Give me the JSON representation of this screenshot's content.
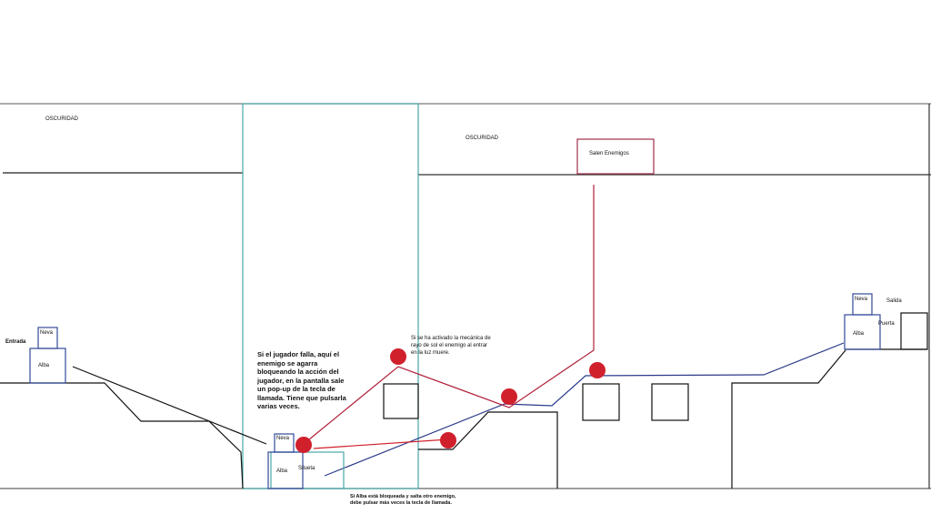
{
  "zones": {
    "dark_left": "OSCURIDAD",
    "dark_right": "OSCURIDAD",
    "enemy_spawn": "Salen Enemigos"
  },
  "characters": {
    "entrance": {
      "label": "Entrada",
      "alba": "Alba",
      "neva": "Neva"
    },
    "trap": {
      "alba": "Alba",
      "neva": "Neva",
      "silhouette": "Silueta"
    },
    "exit": {
      "label": "Salida",
      "door": "Puerta",
      "alba": "Alba",
      "neva": "Neva"
    }
  },
  "notes": {
    "player_fail": "Si el jugador falla, aquí el enemigo se agarra bloqueando la acción del jugador, en la pantalla sale un pop-up de la tecla de llamada. Tiene que pulsarla varias veces.",
    "sunlight": "Si se ha activado la mecánica de rayo de sol el enemigo al entrar en la luz muere.",
    "blocked": "Si Alba está bloqueada y salta otro enemigo, debe pulsar más veces la tecla de llamada."
  },
  "colors": {
    "enemy": "#d0202c",
    "enemy_path": "#b01f3a",
    "player_path": "#2b3a8a",
    "light": "#4aa6a6",
    "terrain": "#111111"
  }
}
